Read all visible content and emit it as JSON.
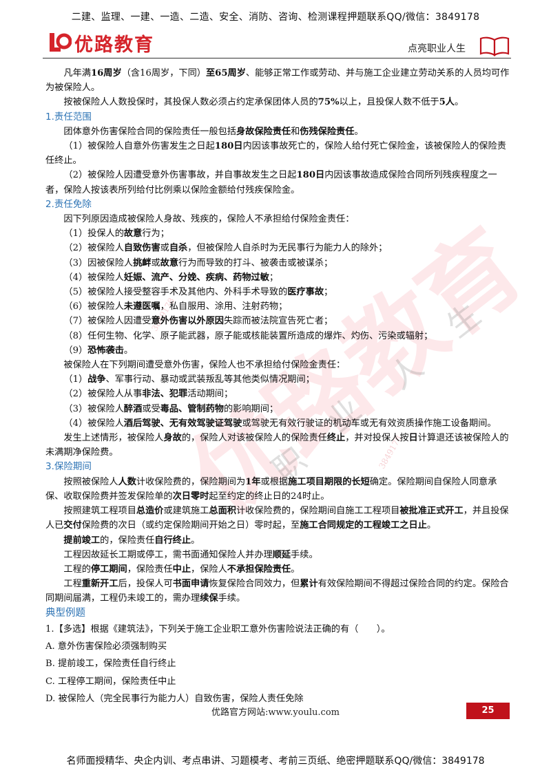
{
  "header": {
    "top_banner": "二建、监理、一建、一造、二造、安全、消防、咨询、检测课程押题联系QQ/微信：3849178",
    "logo_text": "优路教育",
    "slogan": "点亮职业人生"
  },
  "watermark": {
    "large": "优路教育",
    "chars": [
      "职",
      "业",
      "人",
      "生"
    ],
    "small": "3849178"
  },
  "intro": {
    "p1": [
      "凡年满",
      "16周岁",
      "（含16周岁，下同）",
      "至",
      "65周岁",
      "、能够正常工作或劳动、并与施工企业建立劳动关系的人员均可作为被保险人。"
    ],
    "p2": [
      "按被保险人人数投保时，其投保人数必须占约定承保团体人员的",
      "75%",
      "以上，且投保人数不低于",
      "5人",
      "。"
    ]
  },
  "s1": {
    "title": "1.责任范围",
    "p1": [
      "团体意外伤害保险合同的保险责任一般包括",
      "身故保险责任",
      "和",
      "伤残保险责任",
      "。"
    ],
    "p2": [
      "（1）被保险人自意外伤害发生之日起",
      "180日",
      "内因该事故死亡的，保险人给付死亡保险金，该被保险人的保险责任终止。"
    ],
    "p3": [
      "（2）被保险人因遭受意外伤害事故，并自事故发生之日起",
      "180日",
      "内因该事故造成保险合同所列残疾程度之一者，保险人按该表所列给付比例乘以保险金额给付残疾保险金。"
    ]
  },
  "s2": {
    "title": "2.责任免除",
    "lead1": "因下列原因造成被保险人身故、残疾的，保险人不承担给付保险金责任：",
    "items1": [
      [
        "（1）投保人的",
        "故意",
        "行为；"
      ],
      [
        "（2）被保险人",
        "自致伤害",
        "或",
        "自杀",
        "，但被保险人自杀时为无民事行为能力人的除外；"
      ],
      [
        "（3）因被保险人",
        "挑衅",
        "或",
        "故意",
        "行为而导致的打斗、被袭击或被谋杀；"
      ],
      [
        "（4）被保险人",
        "妊娠、流产、分娩、疾病、药物过敏",
        "；"
      ],
      [
        "（5）被保险人接受整容手术及其他内、外科手术导致的",
        "医疗事故",
        "；"
      ],
      [
        "（6）被保险人",
        "未遵医嘱",
        "，私自服用、涂用、注射药物；"
      ],
      [
        "（7）被保险人因遭受",
        "意外伤害以外原因",
        "失踪而被法院宣告死亡者；"
      ],
      [
        "（8）任何生物、化学、原子能武器，原子能或核能装置所造成的爆炸、灼伤、污染或辐射；",
        "",
        ""
      ],
      [
        "（9）",
        "恐怖袭击",
        "。"
      ]
    ],
    "lead2": "被保险人在下列期间遭受意外伤害，保险人也不承担给付保险金责任：",
    "items2": [
      [
        "（1）",
        "战争",
        "、军事行动、暴动或武装叛乱等其他类似情况期间；"
      ],
      [
        "（2）被保险人从事",
        "非法、犯罪",
        "活动期间；"
      ],
      [
        "（3）被保险人",
        "醉酒",
        "或受",
        "毒品、管制药物",
        "的影响期间；"
      ],
      [
        "（4）被保险人",
        "酒后驾驶、无有效驾驶证驾驶",
        "或驾驶无有效行驶证的机动车或无有效资质操作施工设备期间。"
      ]
    ],
    "tail": [
      "发生上述情形，被保险人",
      "身故",
      "的，保险人对该被保险人的保险责任",
      "终止",
      "，并对投保人按",
      "日",
      "计算退还该被保险人的未满期净保险费。"
    ]
  },
  "s3": {
    "title": "3.保险期间",
    "p1": [
      "按照被保险人",
      "人数",
      "计收保险费的，保险期间为",
      "1年",
      "或根据",
      "施工项目期限的长短",
      "确定。保险期间自保险人同意承保、收取保险费并签发保险单的",
      "次日零时",
      "起至约定的终止日的24时止。"
    ],
    "p2": [
      "按照建筑工程项目",
      "总造价",
      "或建筑施工",
      "总面积",
      "计收保险费的，保险期间自施工工程项目",
      "被批准正式开工",
      "，并且投保人已",
      "交付",
      "保险费的次日（或约定保险期间开始之日）零时起，至",
      "施工合同规定的工程竣工之日止",
      "。"
    ],
    "p3": [
      "提前竣工",
      "的，保险责任",
      "自行终止",
      "。"
    ],
    "p4": [
      "工程因故延长工期或停工，需书面通知保险人并办理",
      "顺延",
      "手续。"
    ],
    "p5": [
      "工程的",
      "停工期间",
      "，保险责任",
      "中止",
      "，保险人",
      "不承担保险责任",
      "。"
    ],
    "p6": [
      "工程",
      "重新开工",
      "后，投保人可",
      "书面申请",
      "恢复保险合同效力，但",
      "累计",
      "有效保险期间不得超过保险合同的约定。保险合同期间届满，工程仍未竣工的，需办理",
      "续保",
      "手续。"
    ]
  },
  "example": {
    "title": "典型例题",
    "question": "1.【多选】根据《建筑法》，下列关于施工企业职工意外伤害险说法正确的有（　　）。",
    "options": [
      "A.  意外伤害保险必须强制购买",
      "B.  提前竣工，保险责任自行终止",
      "C.  工程停工期间，保险责任中止",
      "D.  被保险人（完全民事行为能力人）自致伤害，保险人责任免除"
    ]
  },
  "footer": {
    "site": "优路官方网站:www.youlu.com",
    "page_number": "25",
    "bottom_banner": "名师面授精华、央企内训、考点串讲、习题模考、考前三页纸、绝密押题联系QQ/微信：3849178"
  },
  "colors": {
    "brand_red": "#d5242b",
    "heading_blue": "#2e74b5",
    "page_badge": "#c0121b"
  }
}
